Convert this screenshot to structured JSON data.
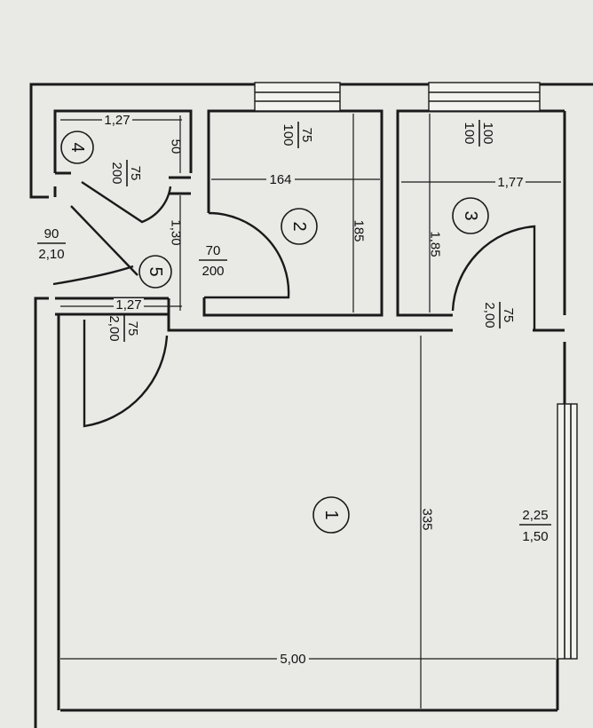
{
  "rooms": [
    {
      "id": "1"
    },
    {
      "id": "2"
    },
    {
      "id": "3"
    },
    {
      "id": "4"
    },
    {
      "id": "5"
    }
  ],
  "dimensions": {
    "w127_top": "1,27",
    "w50": "50",
    "w164": "164",
    "w177": "1,77",
    "h185_r2": "185",
    "h185_r3": "1,85",
    "h130": "1,30",
    "w127_mid": "1,27",
    "h335": "335",
    "w500": "5,00"
  },
  "openings": {
    "win2": {
      "num": "75",
      "den": "100"
    },
    "win3": {
      "num": "100",
      "den": "100"
    },
    "door4": {
      "num": "75",
      "den": "200"
    },
    "entrance": {
      "num": "90",
      "den": "2,10"
    },
    "door2": {
      "num": "70",
      "den": "200"
    },
    "door1": {
      "num": "75",
      "den": "2,00"
    },
    "door3": {
      "num": "75",
      "den": "2,00"
    },
    "win1": {
      "num": "2,25",
      "den": "1,50"
    }
  }
}
